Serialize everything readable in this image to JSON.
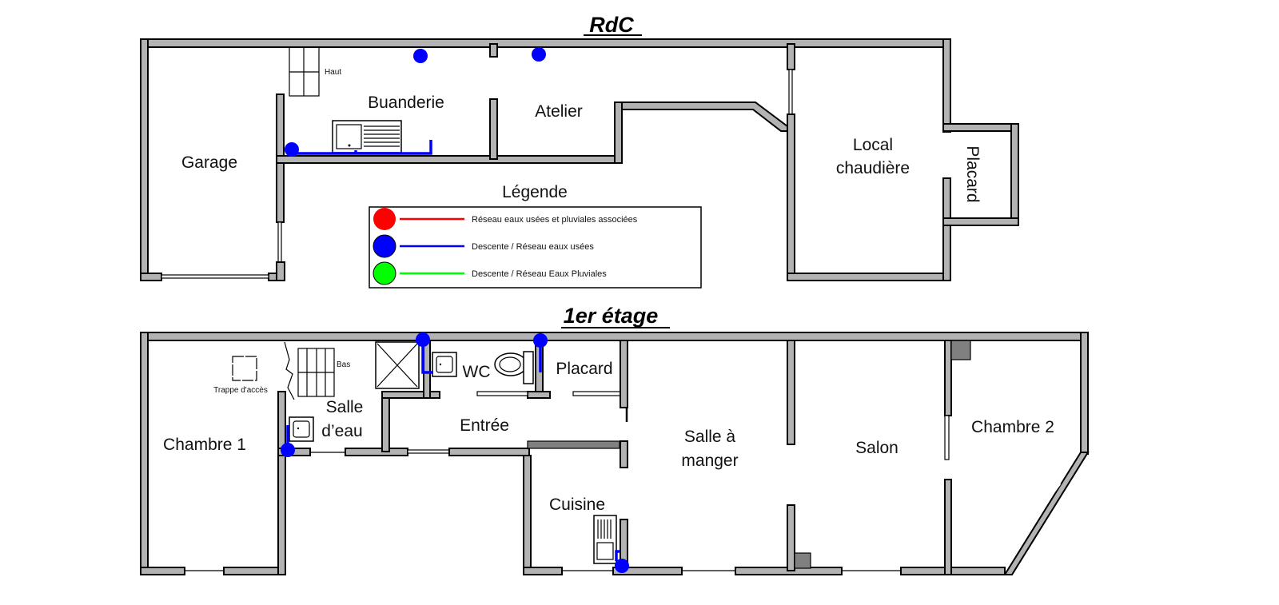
{
  "floors": {
    "ground": {
      "title": "RdC",
      "rooms": {
        "garage": "Garage",
        "buanderie": "Buanderie",
        "atelier": "Atelier",
        "local_1": "Local",
        "local_2": "chaudière",
        "placard": "Placard"
      },
      "stairs_label": "Haut"
    },
    "first": {
      "title": "1er étage",
      "rooms": {
        "chambre1": "Chambre 1",
        "salle_eau_1": "Salle",
        "salle_eau_2": "d’eau",
        "wc": "WC",
        "placard": "Placard",
        "entree": "Entrée",
        "salle_manger_1": "Salle à",
        "salle_manger_2": "manger",
        "salon": "Salon",
        "chambre2": "Chambre 2",
        "cuisine": "Cuisine"
      },
      "stairs_label": "Bas",
      "trap_label": "Trappe d'accès"
    }
  },
  "legend": {
    "title": "Légende",
    "items": [
      {
        "label": "Réseau eaux usées et pluviales associées",
        "color": "#ff0000"
      },
      {
        "label": "Descente / Réseau eaux usées",
        "color": "#0000ff"
      },
      {
        "label": "Descente / Réseau Eaux Pluviales",
        "color": "#00ff00"
      }
    ]
  },
  "colors": {
    "wall": "#b3b3b3",
    "pipe_wastewater": "#0000ff"
  }
}
